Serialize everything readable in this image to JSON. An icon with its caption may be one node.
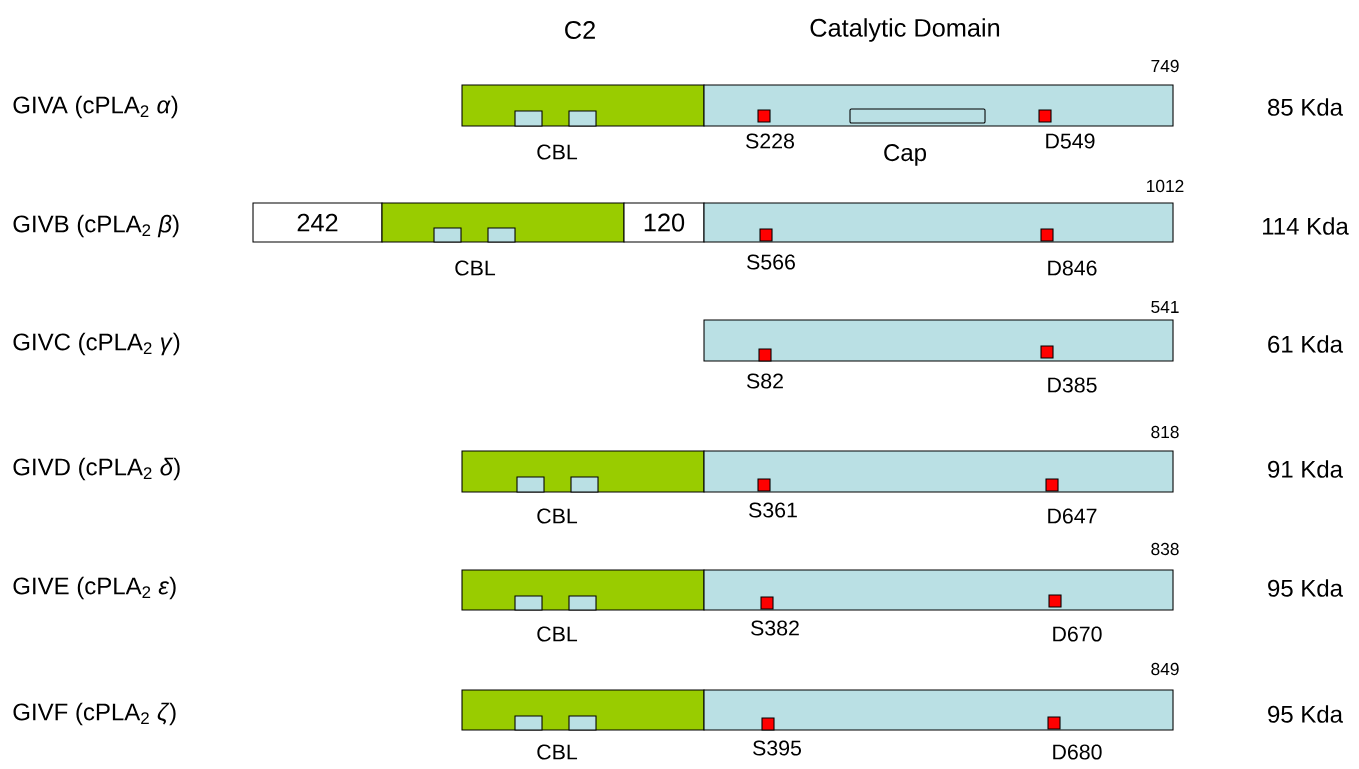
{
  "diagram": {
    "nodes": [
      {
        "text": [],
        "shape": "bar"
      },
      {
        "text": [],
        "shape": "bar"
      },
      {
        "text": [
          "242"
        ]
      },
      {
        "text": [],
        "shape": "bar"
      },
      {
        "text": [
          "120"
        ]
      },
      {
        "text": [],
        "shape": "bar"
      },
      {
        "text": [],
        "shape": "bar"
      },
      {
        "text": [],
        "shape": "bar"
      },
      {
        "text": [],
        "shape": "bar"
      },
      {
        "text": [],
        "shape": "bar"
      },
      {
        "text": [],
        "shape": "bar"
      },
      {
        "text": [],
        "shape": "bar"
      },
      {
        "text": [],
        "shape": "bar"
      },
      {
        "text": [],
        "shape": "box",
        "in": 1
      }
    ],
    "labels": [
      "C2",
      "Catalytic Domain",
      "GIVA (cPLA$_{2}$ *α*)",
      "749",
      "85 Kda",
      "CBL",
      "S228",
      "Cap",
      "D549",
      "GIVB (cPLA$_{2}$ *β*)",
      "1012",
      "114 Kda",
      "S566",
      "CBL",
      "D846",
      "GIVC (cPLA$_{2}$ *γ*)",
      "541",
      "61 Kda",
      "S82",
      "D385",
      "GIVD (cPLA$_{2}$ *δ*)",
      "818",
      "91 Kda",
      "S361",
      "CBL",
      "D647",
      "GIVE (cPLA$_{2}$ *ε*)",
      "838",
      "95 Kda",
      "S382",
      "CBL",
      "D670",
      "GIVF (cPLA$_{2}$ *ζ*)",
      "849",
      "95 Kda",
      "S395",
      "CBL",
      "D680"
    ]
  }
}
